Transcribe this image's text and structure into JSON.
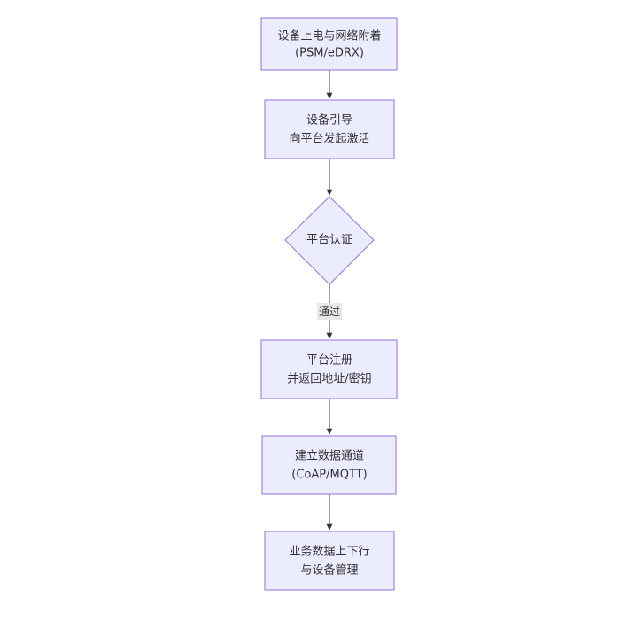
{
  "diagram": {
    "colors": {
      "node_fill": "#ececff",
      "node_stroke": "#9370db",
      "edge_stroke": "#333333",
      "text": "#333333",
      "edge_label_bg": "#e8e8e8"
    },
    "nodes": {
      "power_on": {
        "line1": "设备上电与网络附着",
        "line2": "(PSM/eDRX)"
      },
      "bootstrap": {
        "line1": "设备引导",
        "line2": "向平台发起激活"
      },
      "auth": {
        "line1": "平台认证"
      },
      "register": {
        "line1": "平台注册",
        "line2": "并返回地址/密钥"
      },
      "channel": {
        "line1": "建立数据通道",
        "line2": "(CoAP/MQTT)"
      },
      "business": {
        "line1": "业务数据上下行",
        "line2": "与设备管理"
      }
    },
    "edges": {
      "auth_to_register": {
        "label": "通过"
      }
    }
  }
}
